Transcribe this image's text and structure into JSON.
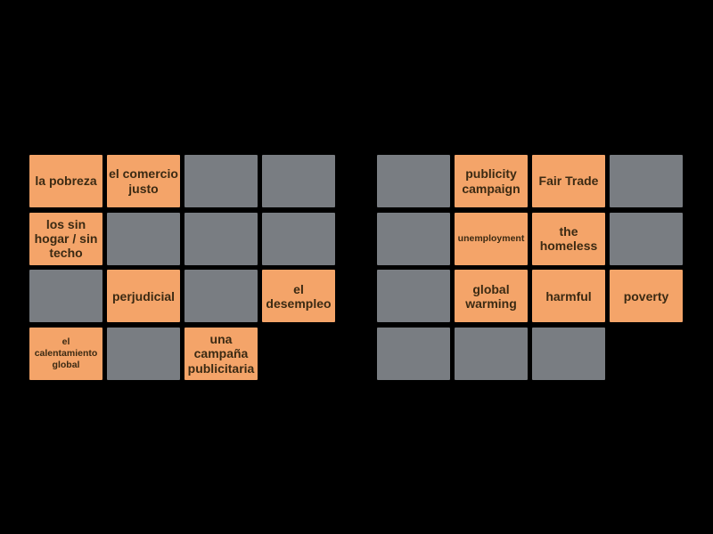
{
  "colors": {
    "background": "#000000",
    "tile_front": "#f4a469",
    "tile_back": "#797d82",
    "tile_text": "#3b2a13"
  },
  "boards": {
    "left": {
      "label": "spanish-terms",
      "cells": [
        {
          "state": "revealed",
          "text": "la pobreza"
        },
        {
          "state": "revealed",
          "text": "el comercio justo"
        },
        {
          "state": "hidden",
          "text": ""
        },
        {
          "state": "hidden",
          "text": ""
        },
        {
          "state": "revealed",
          "text": "los sin hogar / sin techo"
        },
        {
          "state": "hidden",
          "text": ""
        },
        {
          "state": "hidden",
          "text": ""
        },
        {
          "state": "hidden",
          "text": ""
        },
        {
          "state": "hidden",
          "text": ""
        },
        {
          "state": "revealed",
          "text": "perjudicial"
        },
        {
          "state": "hidden",
          "text": ""
        },
        {
          "state": "revealed",
          "text": "el desempleo"
        },
        {
          "state": "revealed",
          "text": "el calentamiento global",
          "small": true
        },
        {
          "state": "hidden",
          "text": ""
        },
        {
          "state": "revealed",
          "text": "una campaña publicitaria"
        },
        {
          "state": "empty",
          "text": ""
        }
      ]
    },
    "right": {
      "label": "english-terms",
      "cells": [
        {
          "state": "hidden",
          "text": ""
        },
        {
          "state": "revealed",
          "text": "publicity campaign"
        },
        {
          "state": "revealed",
          "text": "Fair Trade"
        },
        {
          "state": "hidden",
          "text": ""
        },
        {
          "state": "hidden",
          "text": ""
        },
        {
          "state": "revealed",
          "text": "unemployment",
          "small": true
        },
        {
          "state": "revealed",
          "text": "the homeless"
        },
        {
          "state": "hidden",
          "text": ""
        },
        {
          "state": "hidden",
          "text": ""
        },
        {
          "state": "revealed",
          "text": "global warming"
        },
        {
          "state": "revealed",
          "text": "harmful"
        },
        {
          "state": "revealed",
          "text": "poverty"
        },
        {
          "state": "hidden",
          "text": ""
        },
        {
          "state": "hidden",
          "text": ""
        },
        {
          "state": "hidden",
          "text": ""
        },
        {
          "state": "empty",
          "text": ""
        }
      ]
    }
  }
}
